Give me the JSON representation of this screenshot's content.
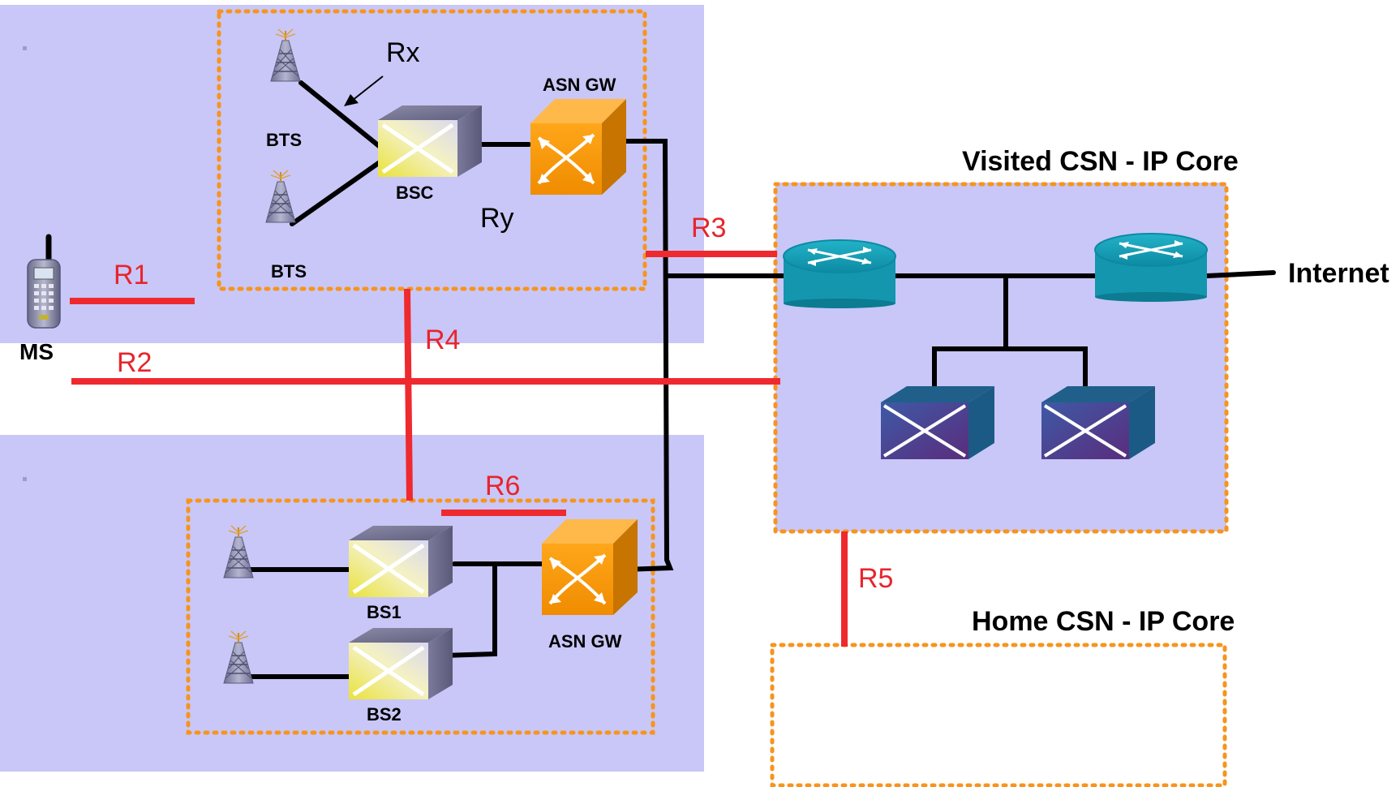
{
  "colors": {
    "zone_fill": "#c9c7f7",
    "dotted_border": "#f7941d",
    "link_black": "#000000",
    "reference_red": "#ee2a2f",
    "router_teal": "#1aa8bf",
    "gateway_orange": "#ff9a00",
    "server_purple": "#4a3a8a"
  },
  "labels": {
    "rx": "Rx",
    "ry": "Ry",
    "asn_gw_top": "ASN GW",
    "asn_gw_bottom": "ASN GW",
    "bts_top": "BTS",
    "bts_bottom": "BTS",
    "bsc": "BSC",
    "bs1": "BS1",
    "bs2": "BS2",
    "ms": "MS",
    "visited_csn": "Visited CSN - IP Core",
    "home_csn": "Home CSN - IP Core",
    "internet": "Internet"
  },
  "reference_points": {
    "r1": "R1",
    "r2": "R2",
    "r3": "R3",
    "r4": "R4",
    "r5": "R5",
    "r6": "R6"
  },
  "icons": {
    "mobile": "mobile-phone-icon",
    "tower": "antenna-tower-icon",
    "base_station": "base-station-cube-icon",
    "gateway": "gateway-switch-icon",
    "router": "router-icon",
    "server": "server-cube-icon"
  }
}
